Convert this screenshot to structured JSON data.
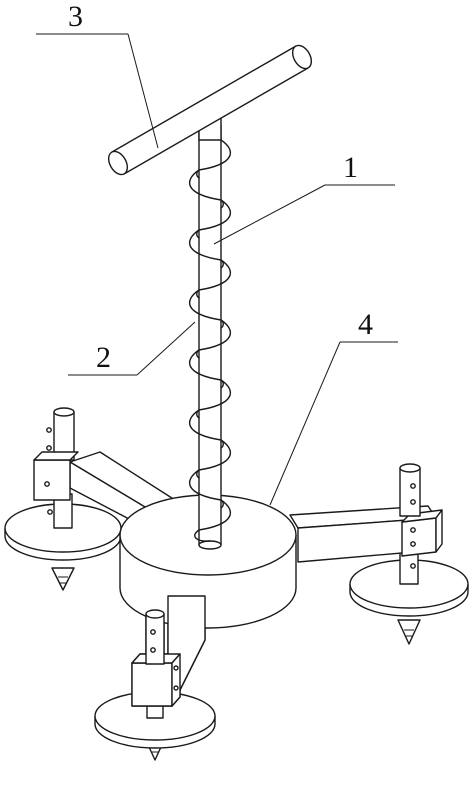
{
  "labels": {
    "one": "1",
    "two": "2",
    "three": "3",
    "four": "4"
  },
  "colors": {
    "line": "#1a1a1a",
    "background": "#ffffff"
  }
}
